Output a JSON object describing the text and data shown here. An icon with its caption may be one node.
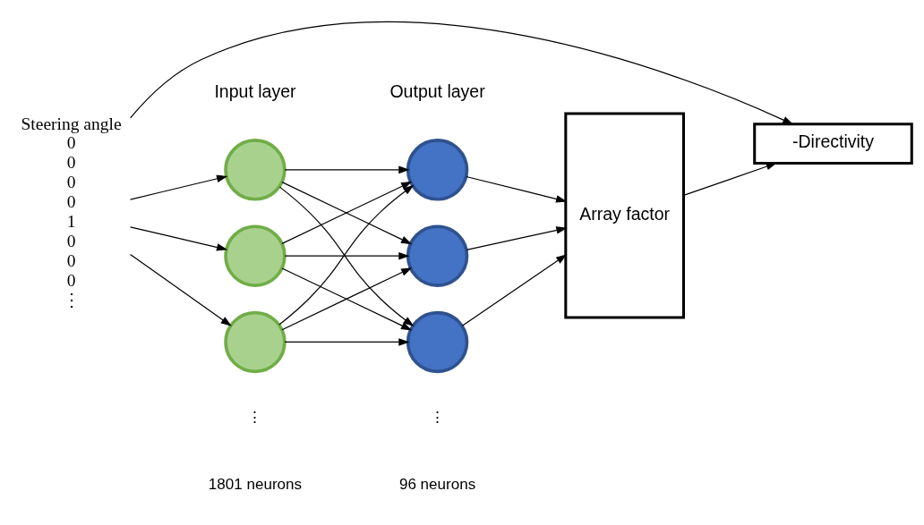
{
  "diagram": {
    "nodes": [
      {
        "text": [
          "Steering angle",
          "0 0 0 0 1 0 0 0 ⋮"
        ]
      },
      {
        "text": [],
        "shape": "circle"
      },
      {
        "text": [],
        "shape": "circle"
      },
      {
        "text": [],
        "shape": "circle"
      },
      {
        "text": [],
        "shape": "circle"
      },
      {
        "text": [],
        "shape": "circle"
      },
      {
        "text": [],
        "shape": "circle"
      },
      {
        "text": [
          "Array factor"
        ]
      },
      {
        "text": [
          "-Directivity"
        ]
      }
    ],
    "edges": [
      {
        "from": 0,
        "to": 1,
        "arrow": "to"
      },
      {
        "from": 0,
        "to": 2,
        "arrow": "to"
      },
      {
        "from": 0,
        "to": 3,
        "arrow": "to"
      },
      {
        "from": 1,
        "to": 4,
        "arrow": "to"
      },
      {
        "from": 1,
        "to": 5,
        "arrow": "to"
      },
      {
        "from": 1,
        "to": 6,
        "arrow": "to"
      },
      {
        "from": 2,
        "to": 4,
        "arrow": "to"
      },
      {
        "from": 2,
        "to": 5,
        "arrow": "to"
      },
      {
        "from": 2,
        "to": 6,
        "arrow": "to"
      },
      {
        "from": 3,
        "to": 4,
        "arrow": "to"
      },
      {
        "from": 3,
        "to": 5,
        "arrow": "to"
      },
      {
        "from": 3,
        "to": 6,
        "arrow": "to"
      },
      {
        "from": 4,
        "to": 7,
        "arrow": "to"
      },
      {
        "from": 5,
        "to": 7,
        "arrow": "to"
      },
      {
        "from": 6,
        "to": 7,
        "arrow": "to"
      },
      {
        "from": 7,
        "to": 8,
        "arrow": "to"
      },
      {
        "from": 0,
        "to": 8,
        "arrow": "to"
      }
    ],
    "labels": [
      "Input layer",
      "Output layer",
      "⋮",
      "1801 neurons",
      "⋮",
      "96 neurons"
    ]
  }
}
